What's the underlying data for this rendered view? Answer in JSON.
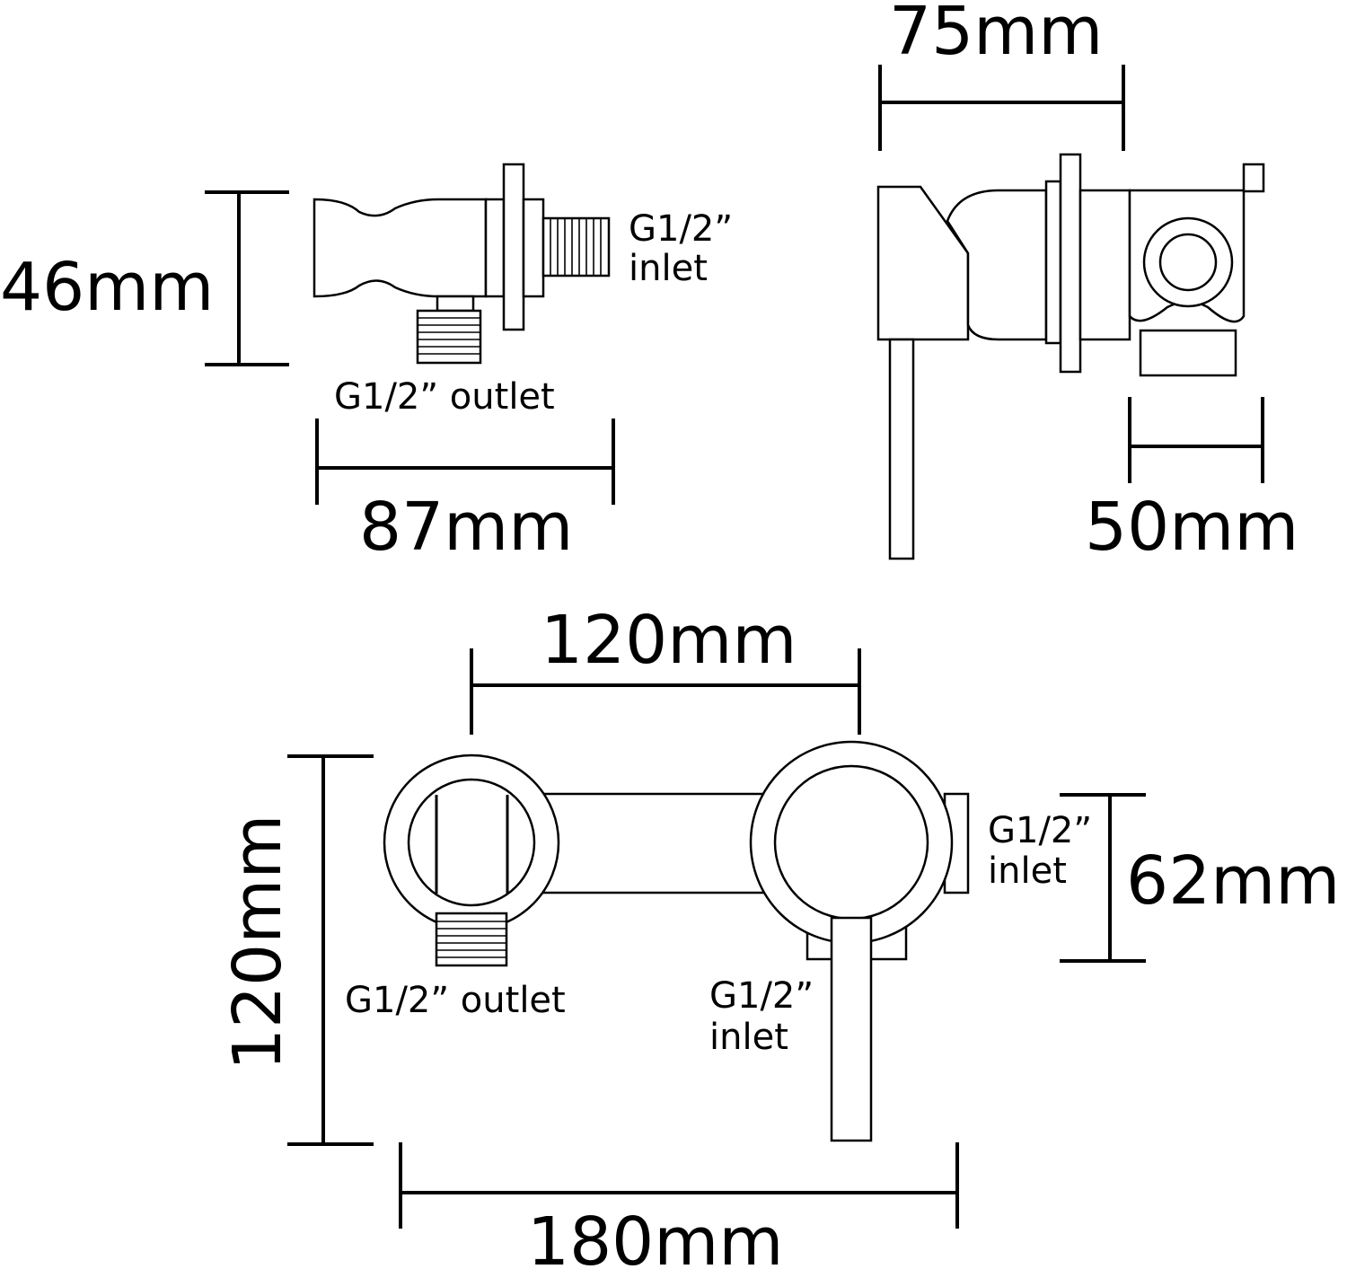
{
  "colors": {
    "line": "#000000",
    "background": "#ffffff"
  },
  "top_left_view": {
    "height_dim": "46mm",
    "width_dim": "87mm",
    "inlet_label_1": "G1/2”",
    "inlet_label_2": "inlet",
    "outlet_label": "G1/2”  outlet"
  },
  "top_right_view": {
    "depth_dim": "75mm",
    "holder_dim": "50mm"
  },
  "front_view": {
    "spacing_dim": "120mm",
    "height_dim": "120mm",
    "width_dim": "180mm",
    "inlet_side_dim": "62mm",
    "side_inlet_label_1": "G1/2”",
    "side_inlet_label_2": "inlet",
    "outlet_label": "G1/2”  outlet",
    "bottom_inlet_label_1": "G1/2”",
    "bottom_inlet_label_2": "inlet"
  }
}
